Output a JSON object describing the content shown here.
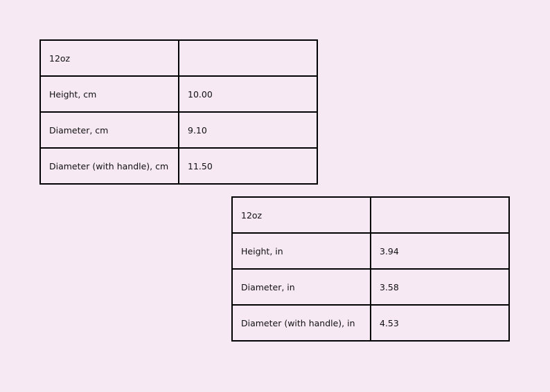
{
  "tables": [
    {
      "rows": [
        {
          "label": "12oz",
          "value": ""
        },
        {
          "label": "Height, cm",
          "value": "10.00"
        },
        {
          "label": "Diameter, cm",
          "value": "9.10"
        },
        {
          "label": "Diameter (with handle), cm",
          "value": "11.50"
        }
      ]
    },
    {
      "rows": [
        {
          "label": "12oz",
          "value": ""
        },
        {
          "label": "Height, in",
          "value": "3.94"
        },
        {
          "label": "Diameter, in",
          "value": "3.58"
        },
        {
          "label": "Diameter (with handle), in",
          "value": "4.53"
        }
      ]
    }
  ]
}
